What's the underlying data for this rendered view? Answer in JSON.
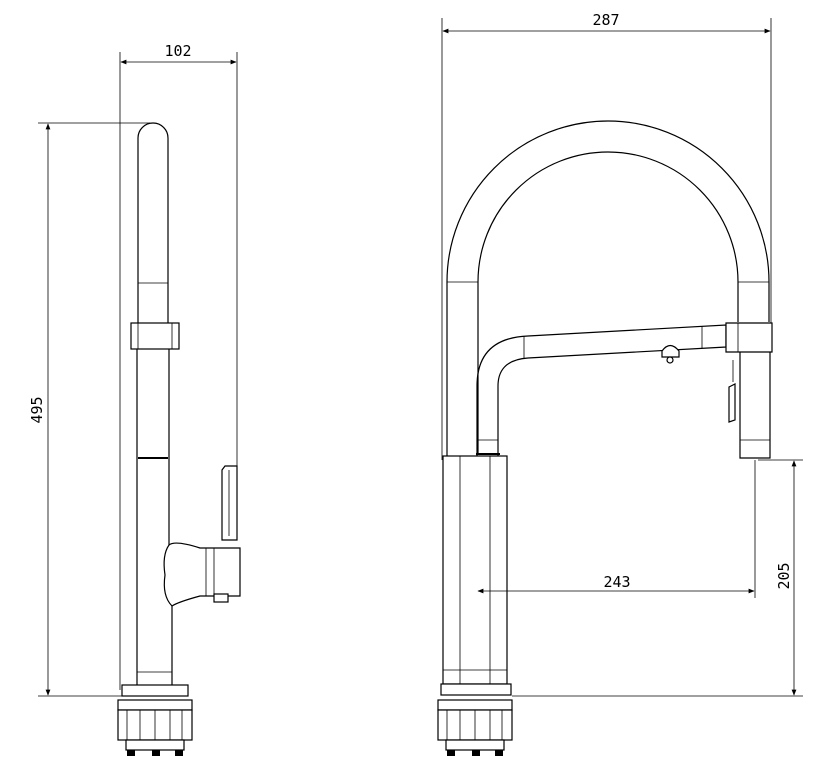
{
  "drawing": {
    "views": [
      "side-view",
      "front-view"
    ],
    "line_color": "#000000",
    "background": "#ffffff"
  },
  "dimensions": {
    "side_width": "102",
    "side_height": "495",
    "front_width": "287",
    "spout_reach": "243",
    "spout_height": "205"
  }
}
